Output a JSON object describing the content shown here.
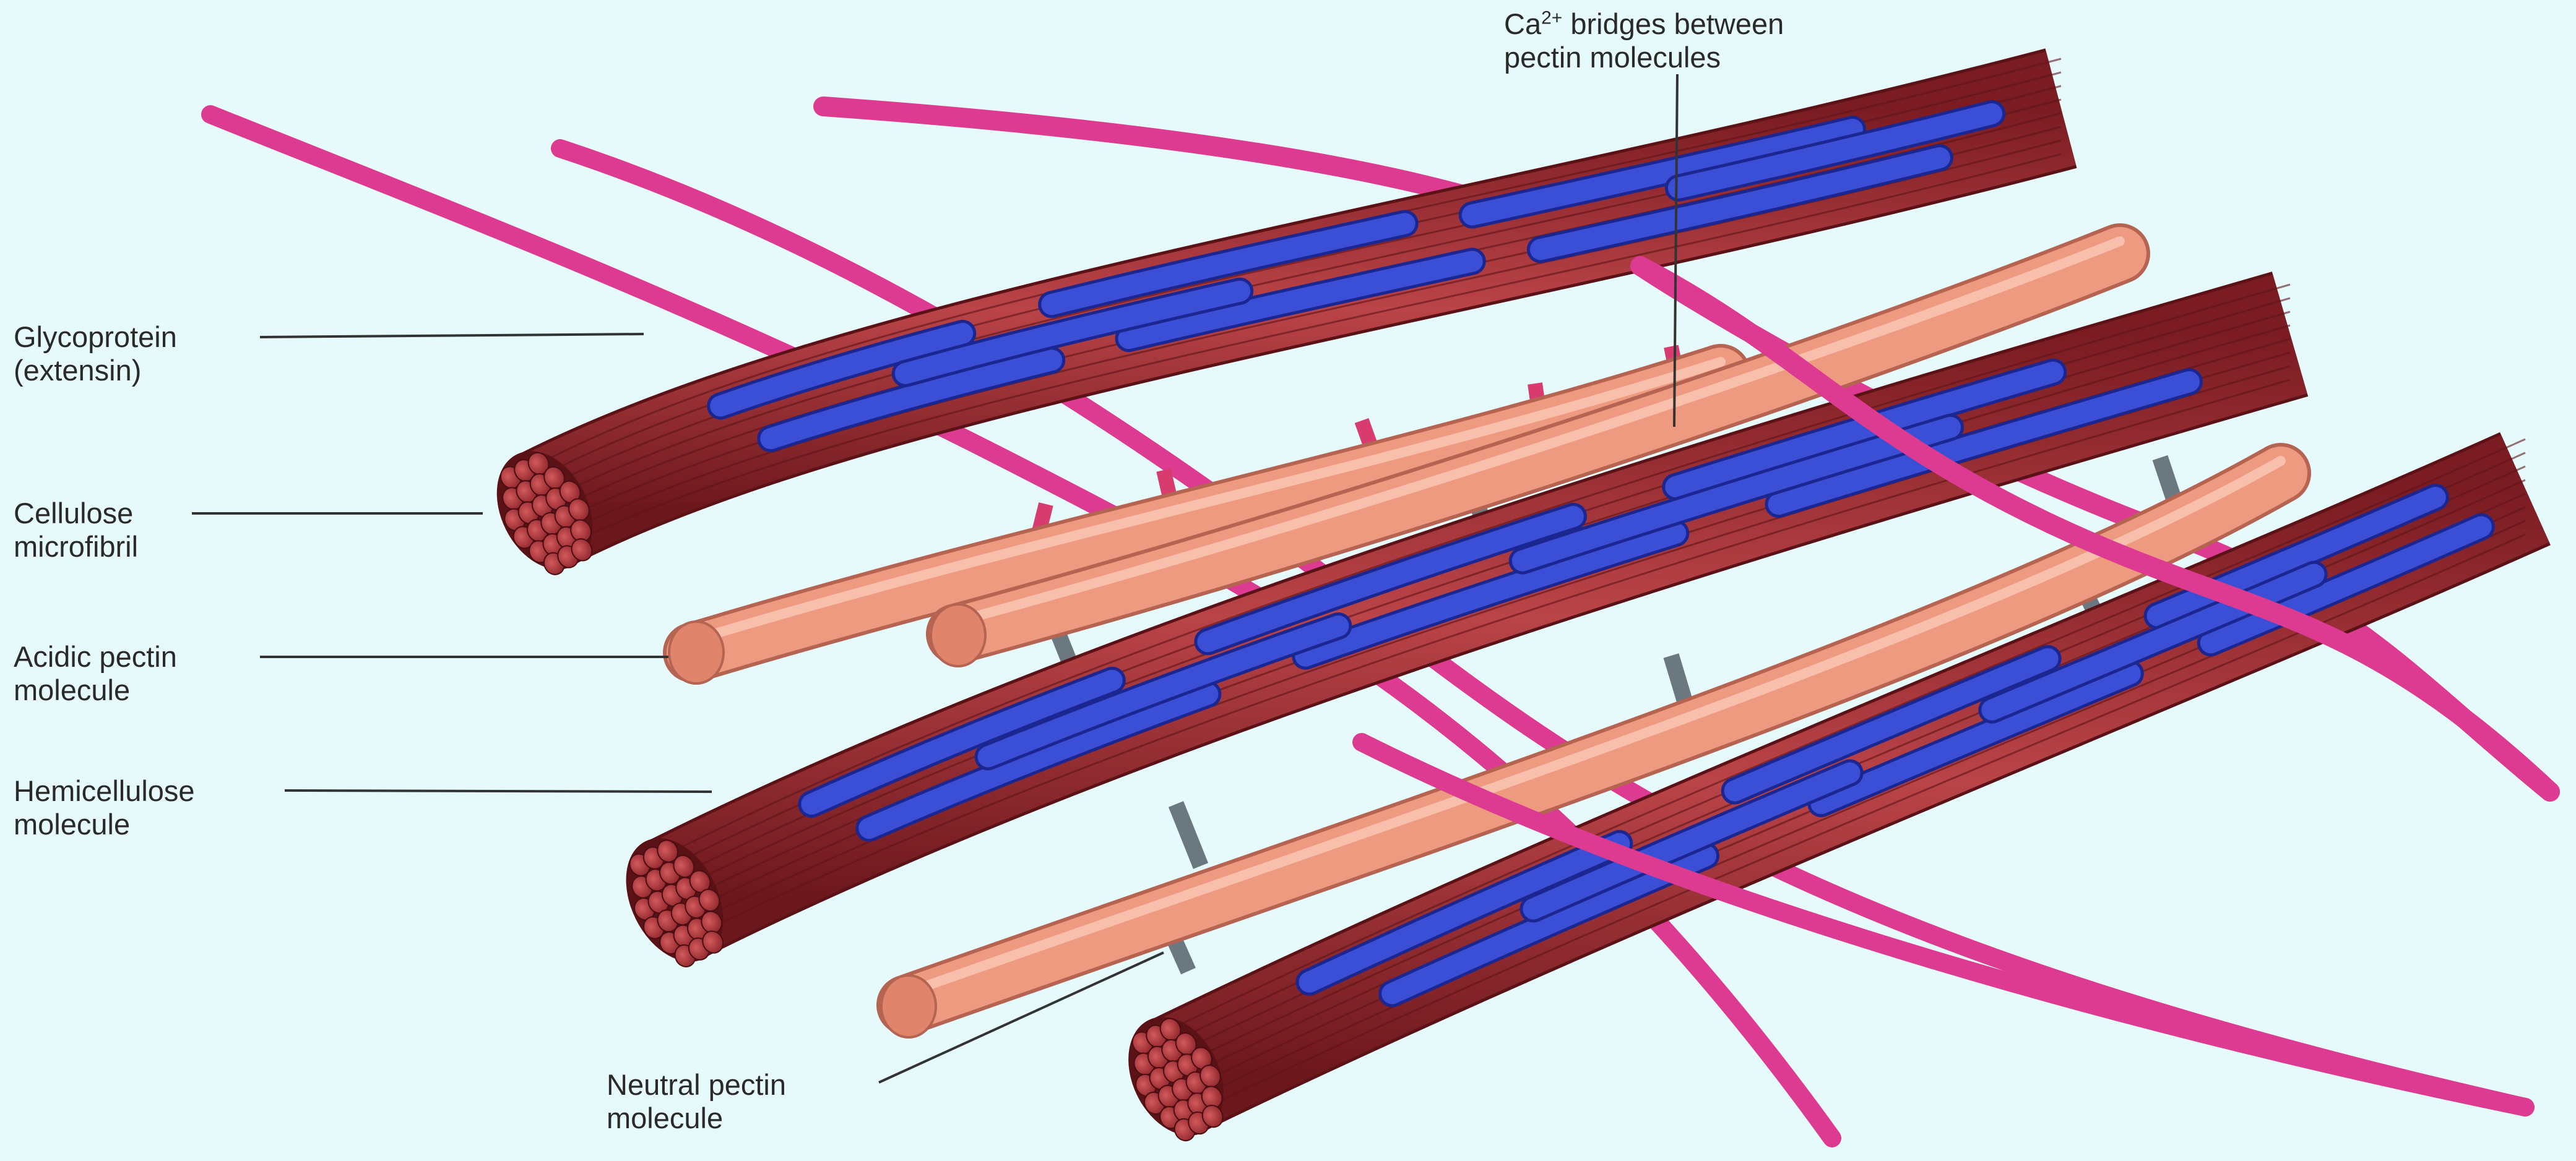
{
  "labels": {
    "ca_bridges": {
      "line1_pre": "Ca",
      "line1_sup": "2+",
      "line1_post": " bridges between",
      "line2": "pectin molecules"
    },
    "glycoprotein": {
      "line1": "Glycoprotein",
      "line2": "(extensin)"
    },
    "cellulose": {
      "line1": "Cellulose",
      "line2": "microfibril"
    },
    "acidic_pectin": {
      "line1": "Acidic pectin",
      "line2": "molecule"
    },
    "hemicellulose": {
      "line1": "Hemicellulose",
      "line2": "molecule"
    },
    "neutral_pectin": {
      "line1": "Neutral pectin",
      "line2": "molecule"
    }
  },
  "colors": {
    "background": "#e6fafc",
    "cellulose_microfibril": "#a8323a",
    "hemicellulose": "#3a4fd6",
    "acidic_pectin": "#ee9a80",
    "glycoprotein_extensin": "#dd3a92",
    "ca_bridge": "#d83c6e",
    "neutral_pectin_link": "#6c7880"
  }
}
